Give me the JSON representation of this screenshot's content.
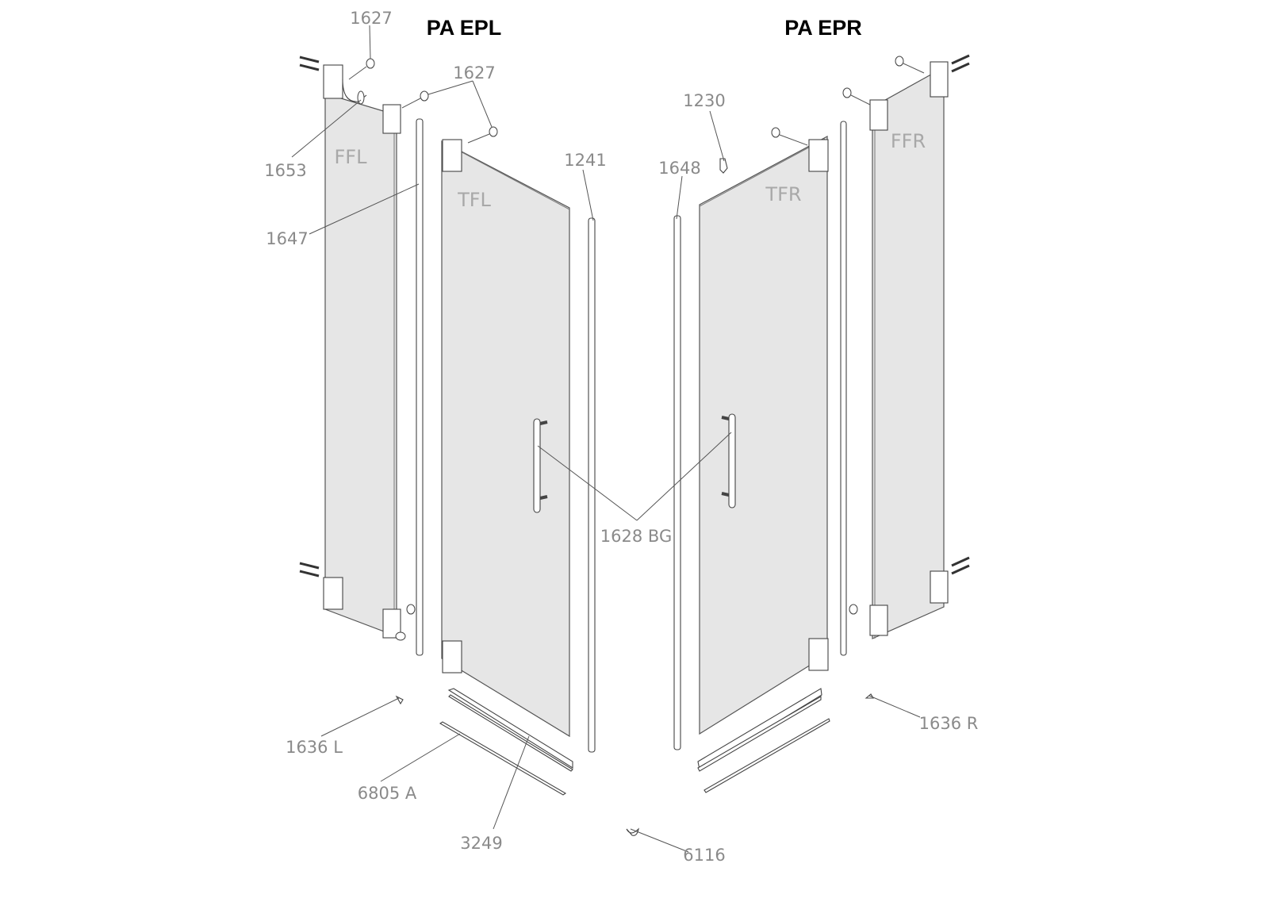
{
  "titles": {
    "left": "PA EPL",
    "right": "PA EPR"
  },
  "panels": {
    "ffl": "FFL",
    "tfl": "TFL",
    "tfr": "TFR",
    "ffr": "FFR"
  },
  "labels": {
    "l1627_top": "1627",
    "l1627_mid": "1627",
    "l1653": "1653",
    "l1647": "1647",
    "l1241": "1241",
    "l1230": "1230",
    "l1648": "1648",
    "l1628bg": "1628 BG",
    "l1636l": "1636 L",
    "l1636r": "1636 R",
    "l6805a": "6805 A",
    "l3249": "3249",
    "l6116": "6116"
  }
}
